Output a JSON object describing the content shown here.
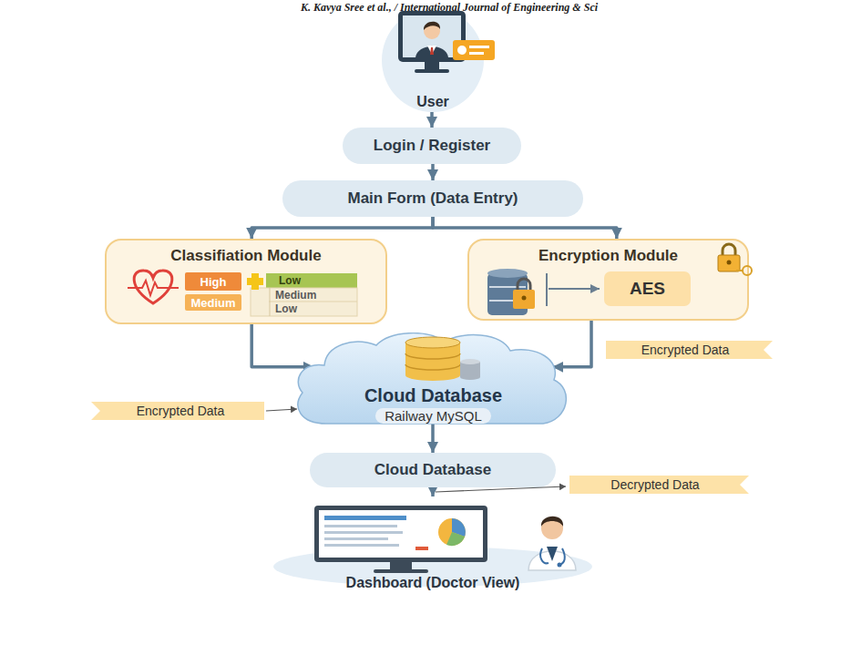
{
  "diagram": {
    "nodes": [
      {
        "text": [
          "User"
        ]
      },
      {
        "text": [
          "Login / Register"
        ]
      },
      {
        "text": [
          "Main Form (Data Entry)"
        ]
      },
      {
        "text": [
          "Classifiation Module"
        ]
      },
      {
        "text": [
          "Encryption Module"
        ]
      },
      {
        "text": [
          "AES"
        ],
        "in": 4
      },
      {
        "text": [
          "Cloud Database",
          "Railway MySQL"
        ]
      },
      {
        "text": [
          "Cloud Database"
        ]
      },
      {
        "text": [
          "Dashboard (Doctor View)"
        ]
      }
    ],
    "edges": [
      {
        "from": 0,
        "to": 1,
        "arrow": "to"
      },
      {
        "from": 1,
        "to": 2,
        "arrow": "to"
      },
      {
        "from": 2,
        "to": 3,
        "arrow": "to"
      },
      {
        "from": 2,
        "to": 4,
        "arrow": "to"
      },
      {
        "from": 3,
        "to": 6,
        "arrow": "to"
      },
      {
        "from": 4,
        "to": 6,
        "arrow": "to"
      },
      {
        "from": 6,
        "to": 7,
        "arrow": "to"
      },
      {
        "from": 7,
        "to": 8,
        "arrow": "to"
      }
    ],
    "labels": [
      "K. Kavya Sree et al., / International Journal of Engineering & Sci",
      "High",
      "Low",
      "Medium",
      "Medium",
      "Low",
      "Encrypted Data",
      "Encrypted Data",
      "Decrypted Data"
    ]
  }
}
